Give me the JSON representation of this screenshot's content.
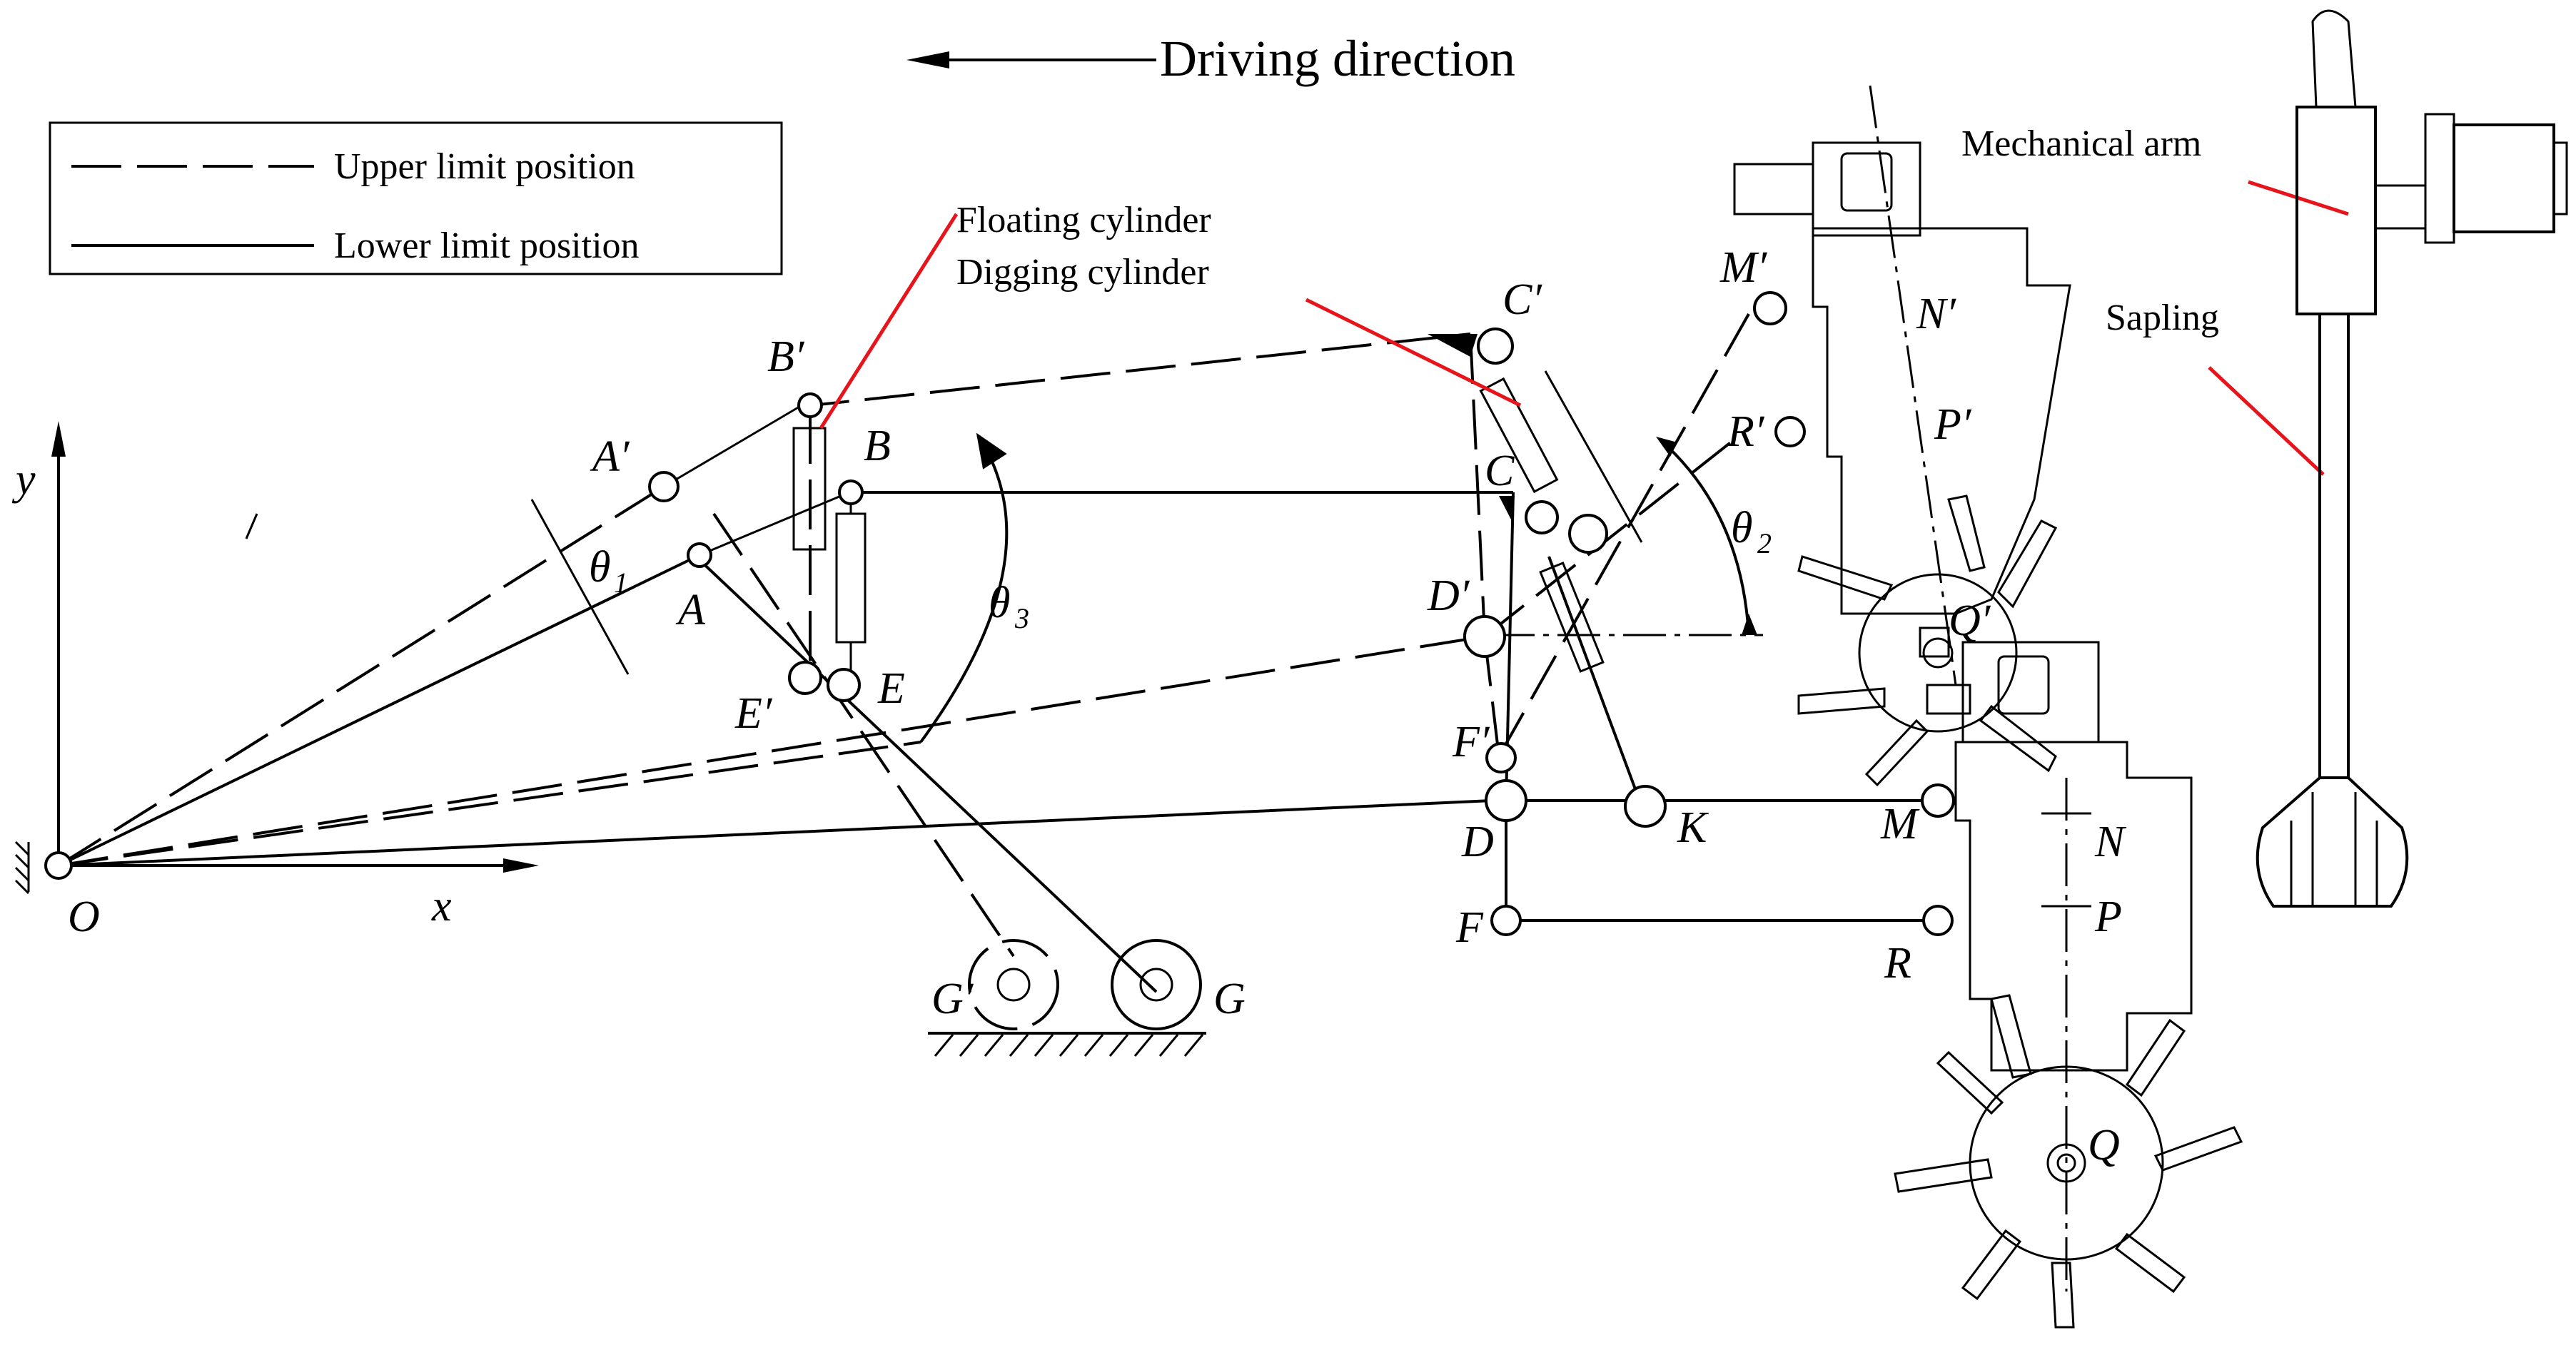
{
  "title": "Driving direction",
  "legend": {
    "upper": "Upper limit position",
    "lower": "Lower limit position"
  },
  "callouts": {
    "floating_cylinder": "Floating cylinder",
    "digging_cylinder": "Digging cylinder",
    "mechanical_arm": "Mechanical arm",
    "sapling": "Sapling"
  },
  "axes": {
    "y": "y",
    "x": "x",
    "origin": "O"
  },
  "points": {
    "A_prime": "A′",
    "A": "A",
    "B_prime": "B′",
    "B": "B",
    "E_prime": "E′",
    "E": "E",
    "G_prime": "G′",
    "G": "G",
    "C_prime": "C′",
    "C": "C",
    "D_prime": "D′",
    "D": "D",
    "F_prime": "F′",
    "F": "F",
    "K": "K",
    "M_prime": "M′",
    "M": "M",
    "N_prime": "N′",
    "N": "N",
    "P_prime": "P′",
    "P": "P",
    "R_prime": "R′",
    "R": "R",
    "Q_prime": "Q′",
    "Q": "Q"
  },
  "angles": {
    "theta1": "θ",
    "theta1_sub": "1",
    "theta2": "θ",
    "theta2_sub": "2",
    "theta3": "θ",
    "theta3_sub": "3"
  }
}
